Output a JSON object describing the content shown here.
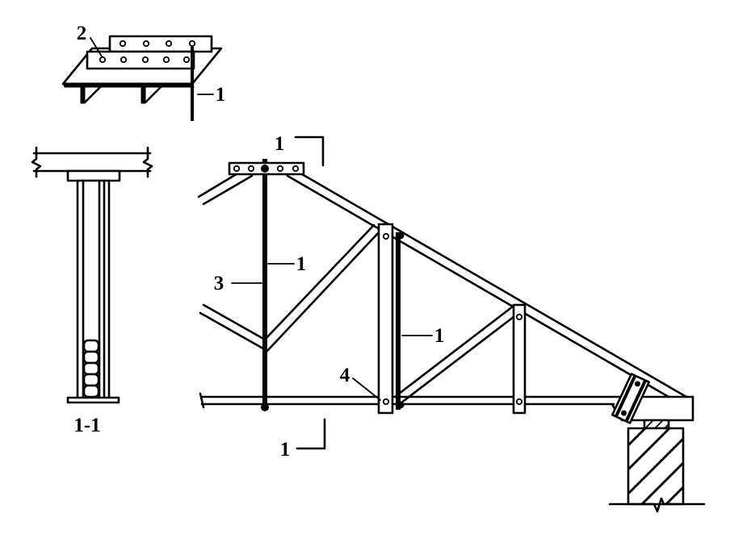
{
  "colors": {
    "ink": "#000000",
    "paper": "#ffffff"
  },
  "callouts": {
    "detail_bolted_plate": "2",
    "detail_reinforcing_rod": "1",
    "section_view_title": "1-1",
    "section_cut_top": "1",
    "section_cut_bottom": "1",
    "left_bar_right_label": "1",
    "left_bar_left_label": "3",
    "middle_bar_label": "1",
    "post_foot_label": "4"
  }
}
